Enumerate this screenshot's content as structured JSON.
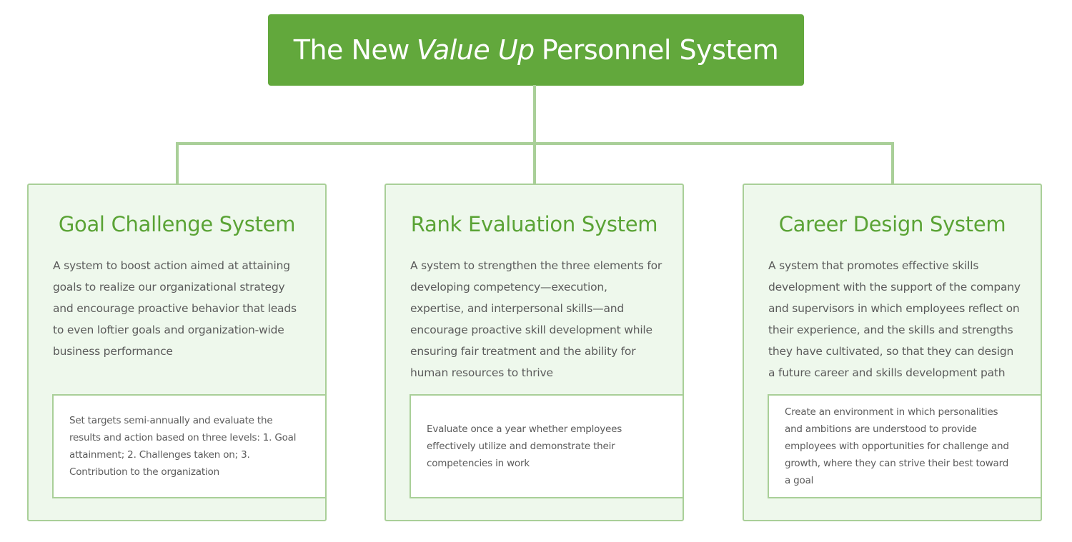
{
  "title": {
    "prefix": "The New",
    "emphasis": "Value Up",
    "suffix": "Personnel System"
  },
  "colors": {
    "accent": "#62a83c",
    "connector": "#a9cf98",
    "card_bg": "#eef8ec",
    "text": "#5b5b5b"
  },
  "cards": [
    {
      "title": "Goal Challenge System",
      "description": "A system to boost action aimed at attaining goals to realize our organizational strategy and encourage proactive behavior that leads to even loftier goals and organization-wide business performance",
      "detail": "Set targets semi-annually and evaluate the results and action based on three levels: 1. Goal attainment; 2. Challenges taken on; 3. Contribution to the organization"
    },
    {
      "title": "Rank Evaluation System",
      "description": "A system to strengthen the three elements for developing competency—execution, expertise, and interpersonal skills—and encourage proactive skill development while ensuring fair treatment and the ability for human resources to thrive",
      "detail": "Evaluate once a year whether employees effectively utilize and demonstrate their competencies in work"
    },
    {
      "title": "Career Design System",
      "description": "A system that promotes effective skills development with the support of the company and supervisors in which employees reflect on their experience, and the skills and strengths they have cultivated, so that they can design a future career and skills development path",
      "detail": "Create an environment in which personalities and ambitions are understood to provide employees with opportunities for challenge and growth, where they can strive their best toward a goal"
    }
  ]
}
